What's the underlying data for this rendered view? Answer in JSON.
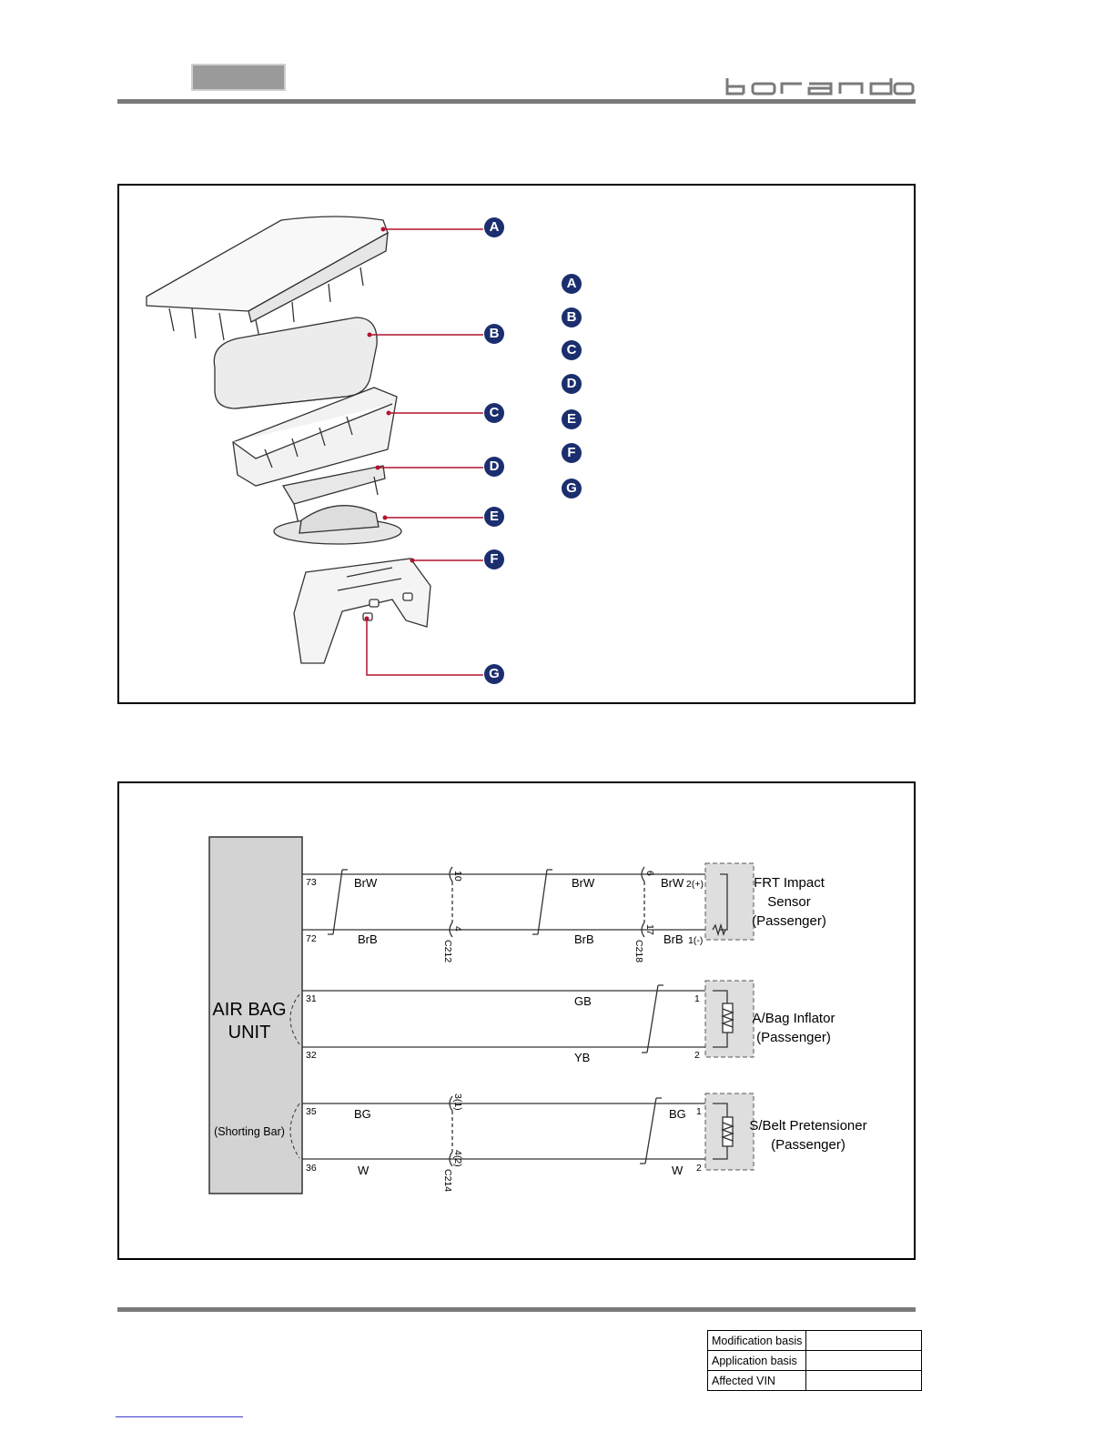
{
  "header": {
    "brand": "korando",
    "accent_color": "#1b2e6e",
    "wire_mark_color": "#b3122e"
  },
  "exploded_view": {
    "callouts": [
      "A",
      "B",
      "C",
      "D",
      "E",
      "F",
      "G"
    ],
    "legend_items": [
      "A",
      "B",
      "C",
      "D",
      "E",
      "F",
      "G"
    ]
  },
  "wiring": {
    "unit": {
      "line1": "AIR BAG",
      "line2": "UNIT",
      "shorting_bar": "(Shorting Bar)"
    },
    "pins": {
      "p73": "73",
      "p72": "72",
      "p31": "31",
      "p32": "32",
      "p35": "35",
      "p36": "36"
    },
    "wires": {
      "brw_1": "BrW",
      "brb_1": "BrB",
      "brw_2": "BrW",
      "brb_2": "BrB",
      "brw_3": "BrW",
      "brb_3": "BrB",
      "gb": "GB",
      "yb": "YB",
      "bg_1": "BG",
      "w_1": "W",
      "bg_2": "BG",
      "w_2": "W"
    },
    "connectors": {
      "c212": "C212",
      "c212_top": "10",
      "c212_bottom": "4",
      "c218": "C218",
      "c218_top": "6",
      "c218_bottom": "17",
      "c214": "C214",
      "c214_top": "3(1)",
      "c214_bottom": "4(2)"
    },
    "terminals": {
      "sensor_pos": "2(+)",
      "sensor_neg": "1(-)",
      "inflator_1": "1",
      "inflator_2": "2",
      "belt_1": "1",
      "belt_2": "2"
    },
    "components": {
      "sensor": [
        "FRT Impact",
        "Sensor",
        "(Passenger)"
      ],
      "inflator": [
        "A/Bag Inflator",
        "(Passenger)"
      ],
      "belt": [
        "S/Belt Pretensioner",
        "(Passenger)"
      ]
    }
  },
  "change_table": {
    "rows": [
      {
        "label": "Modification basis",
        "value": ""
      },
      {
        "label": "Application basis",
        "value": ""
      },
      {
        "label": "Affected VIN",
        "value": ""
      }
    ]
  }
}
